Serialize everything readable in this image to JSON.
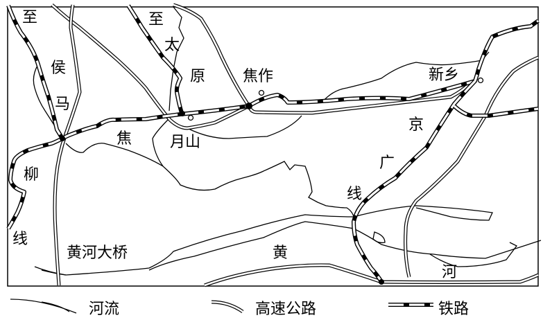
{
  "map": {
    "labels": {
      "zhi_left": "至",
      "hou": "侯",
      "ma": "马",
      "jiao": "焦",
      "liu": "柳",
      "xian_left": "线",
      "zhi_mid": "至",
      "tai": "太",
      "yuan": "原",
      "jiaozuo": "焦作",
      "yueshan": "月山",
      "xinxiang": "新乡",
      "jing": "京",
      "guang": "广",
      "xian_right": "线",
      "bridge": "黄河大桥",
      "huang": "黄",
      "he": "河"
    }
  },
  "legend": {
    "river": "河流",
    "highway": "高速公路",
    "railway": "铁路"
  }
}
